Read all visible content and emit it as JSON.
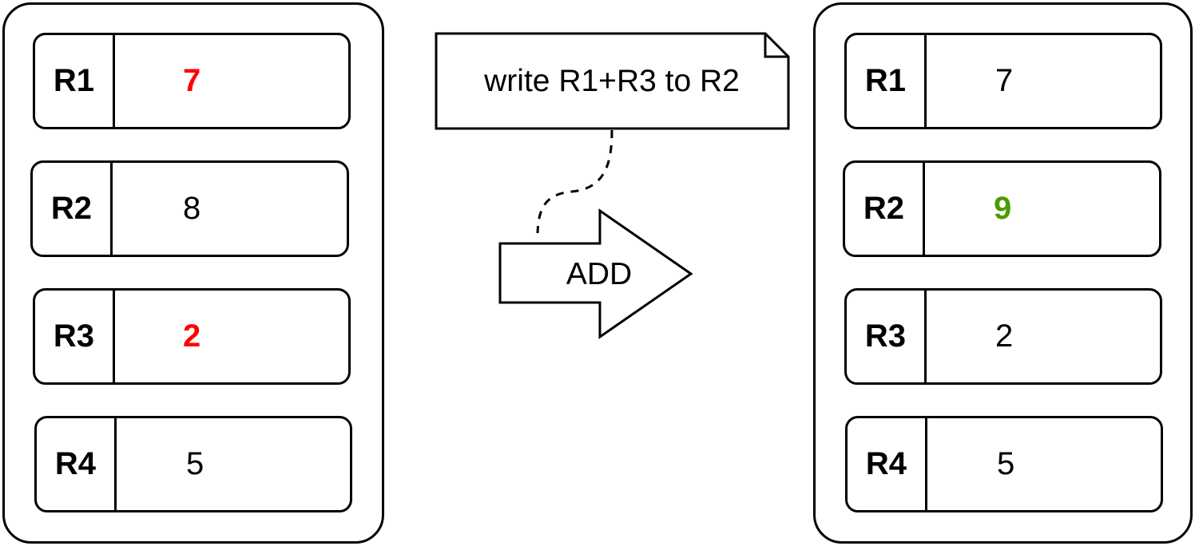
{
  "left_panel": {
    "registers": [
      {
        "name": "R1",
        "value": "7",
        "color": "#ff0000",
        "bold": true
      },
      {
        "name": "R2",
        "value": "8",
        "color": "#000000",
        "bold": false
      },
      {
        "name": "R3",
        "value": "2",
        "color": "#ff0000",
        "bold": true
      },
      {
        "name": "R4",
        "value": "5",
        "color": "#000000",
        "bold": false
      }
    ]
  },
  "note": {
    "text": "write R1+R3 to R2"
  },
  "arrow": {
    "label": "ADD"
  },
  "right_panel": {
    "registers": [
      {
        "name": "R1",
        "value": "7",
        "color": "#000000",
        "bold": false
      },
      {
        "name": "R2",
        "value": "9",
        "color": "#4d9900",
        "bold": true
      },
      {
        "name": "R3",
        "value": "2",
        "color": "#000000",
        "bold": false
      },
      {
        "name": "R4",
        "value": "5",
        "color": "#000000",
        "bold": false
      }
    ]
  }
}
